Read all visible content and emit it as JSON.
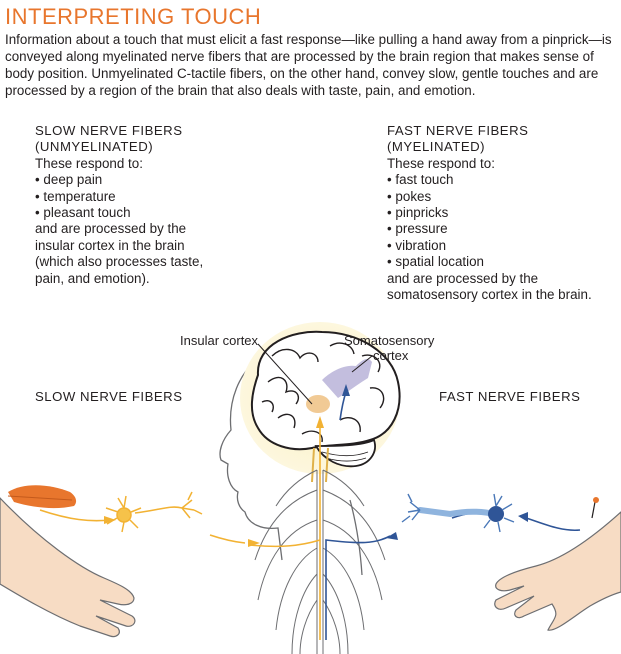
{
  "title": "INTERPRETING TOUCH",
  "intro": "Information about a touch that must elicit a fast response—like pulling a hand away from a pinprick—is conveyed along myelinated nerve fibers that are processed by the brain region that makes sense of body position. Unmyelinated C-tactile fibers, on the other hand, convey slow, gentle touches and are processed by a region of the brain that also deals with taste, pain, and emotion.",
  "slow": {
    "heading_1": "SLOW NERVE FIBERS",
    "heading_2": "(UNMYELINATED)",
    "respond": "These respond to:",
    "items": [
      "deep pain",
      "temperature",
      "pleasant touch"
    ],
    "processed": "and are processed by the insular cortex in the brain (which also processes taste, pain, and emotion)."
  },
  "fast": {
    "heading_1": "FAST NERVE FIBERS",
    "heading_2": "(MYELINATED)",
    "respond": "These respond to:",
    "items": [
      "fast touch",
      "pokes",
      "pinpricks",
      "pressure",
      "vibration",
      "spatial location"
    ],
    "processed": "and are processed by the somatosensory cortex in the brain."
  },
  "labels": {
    "insular": "Insular cortex",
    "soma_1": "Somatosensory",
    "soma_2": "cortex",
    "slow_side": "SLOW NERVE FIBERS",
    "fast_side": "FAST NERVE FIBERS"
  },
  "colors": {
    "accent": "#e8762d",
    "slow_fiber": "#f2b233",
    "fast_fiber": "#2f5597",
    "insular": "#f0c48a",
    "somatosensory": "#b9b3d8",
    "skin": "#f7dcc4",
    "glow": "#fbf1c6"
  },
  "icons": [
    "feather-icon",
    "pin-icon"
  ]
}
